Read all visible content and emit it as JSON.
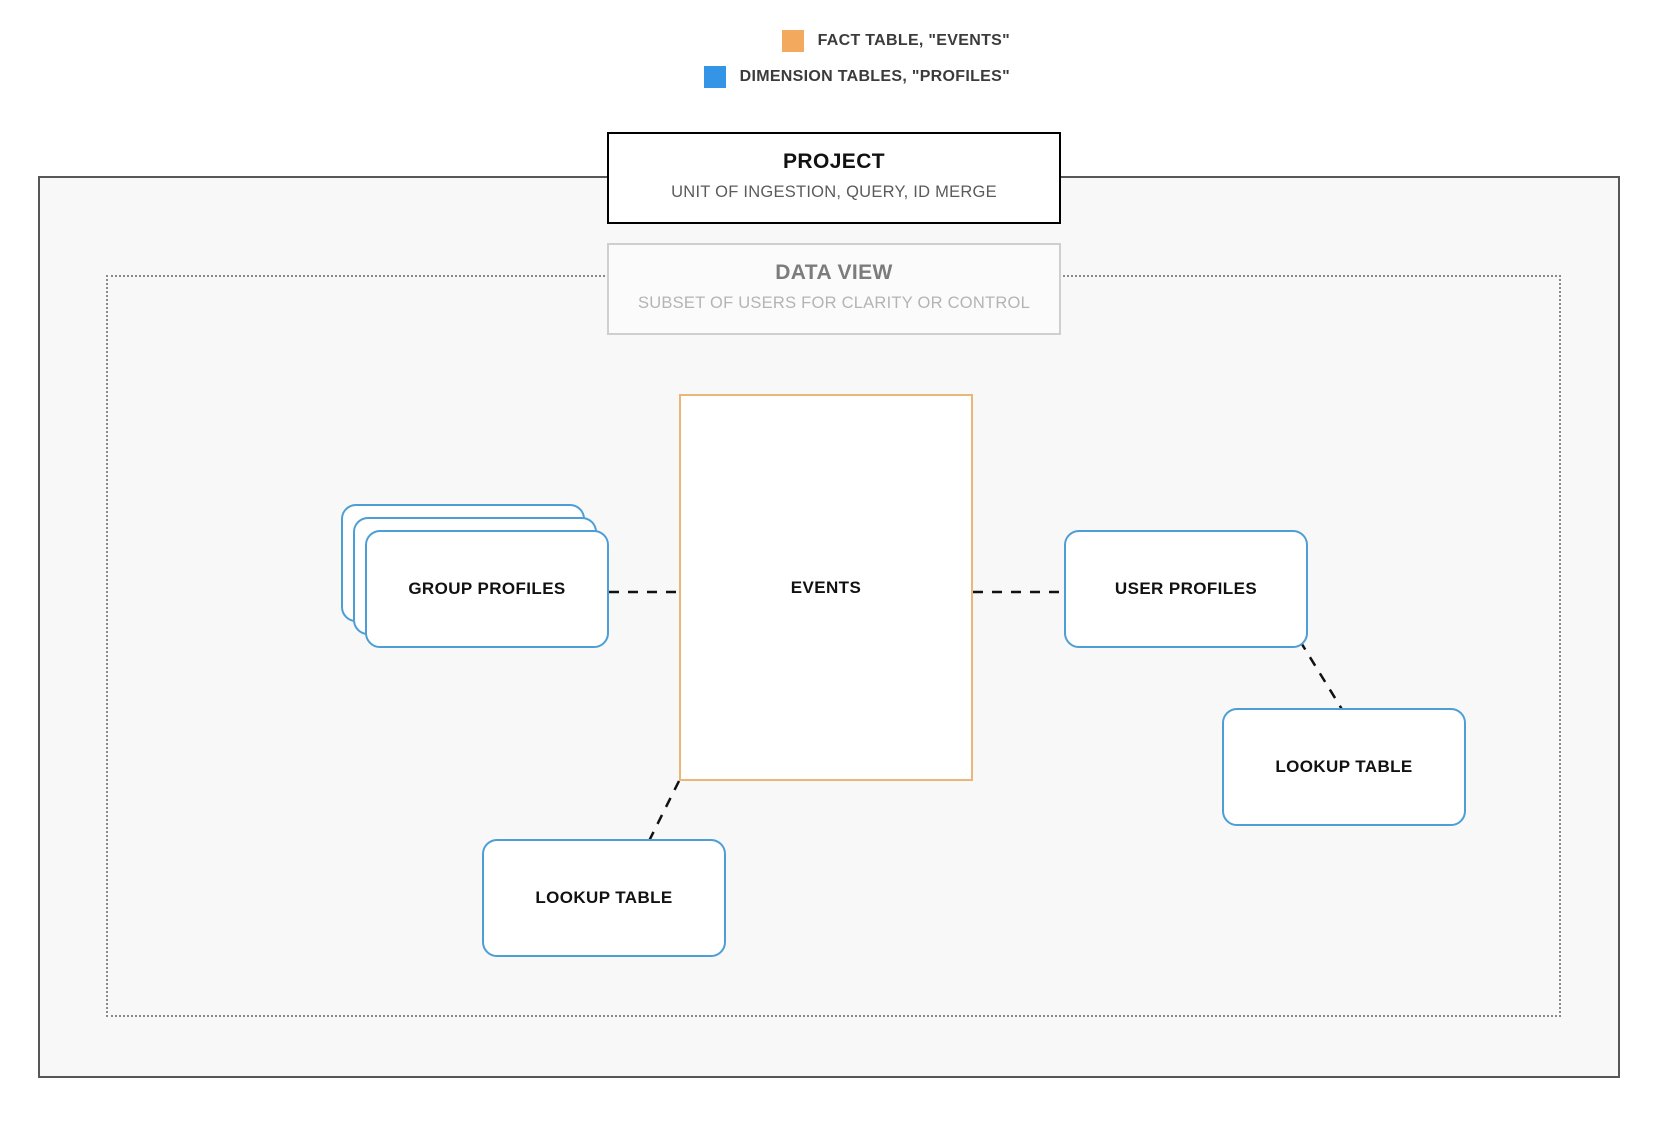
{
  "legend": {
    "items": [
      {
        "label": "FACT TABLE, \"EVENTS\"",
        "icon": "square-swatch-icon",
        "color": "#f3aa5f"
      },
      {
        "label": "DIMENSION TABLES, \"PROFILES\"",
        "icon": "square-swatch-icon",
        "color": "#3494e6"
      }
    ]
  },
  "project": {
    "title": "PROJECT",
    "subtitle": "UNIT OF INGESTION, QUERY, ID MERGE",
    "border_color": "#000000"
  },
  "data_view": {
    "title": "DATA VIEW",
    "subtitle": "SUBSET OF USERS FOR CLARITY OR CONTROL",
    "border_color": "#cfcfcf"
  },
  "nodes": {
    "events": {
      "label": "EVENTS",
      "kind": "fact-table",
      "border_color": "#e9b878"
    },
    "group_profiles": {
      "label": "GROUP PROFILES",
      "kind": "dimension-table-stack",
      "stack_count": 3,
      "border_color": "#4d9ed6"
    },
    "user_profiles": {
      "label": "USER PROFILES",
      "kind": "dimension-table",
      "border_color": "#4d9ed6"
    },
    "lookup_table_left": {
      "label": "LOOKUP TABLE",
      "kind": "dimension-table",
      "border_color": "#4d9ed6"
    },
    "lookup_table_right": {
      "label": "LOOKUP TABLE",
      "kind": "dimension-table",
      "border_color": "#4d9ed6"
    }
  },
  "connectors": [
    {
      "name": "group-profiles-to-events",
      "style": "dashed",
      "color": "#111111"
    },
    {
      "name": "events-to-user-profiles",
      "style": "dashed",
      "color": "#111111"
    },
    {
      "name": "user-profiles-to-lookup-right",
      "style": "dashed",
      "color": "#111111"
    },
    {
      "name": "events-to-lookup-left",
      "style": "dashed",
      "color": "#111111"
    }
  ]
}
